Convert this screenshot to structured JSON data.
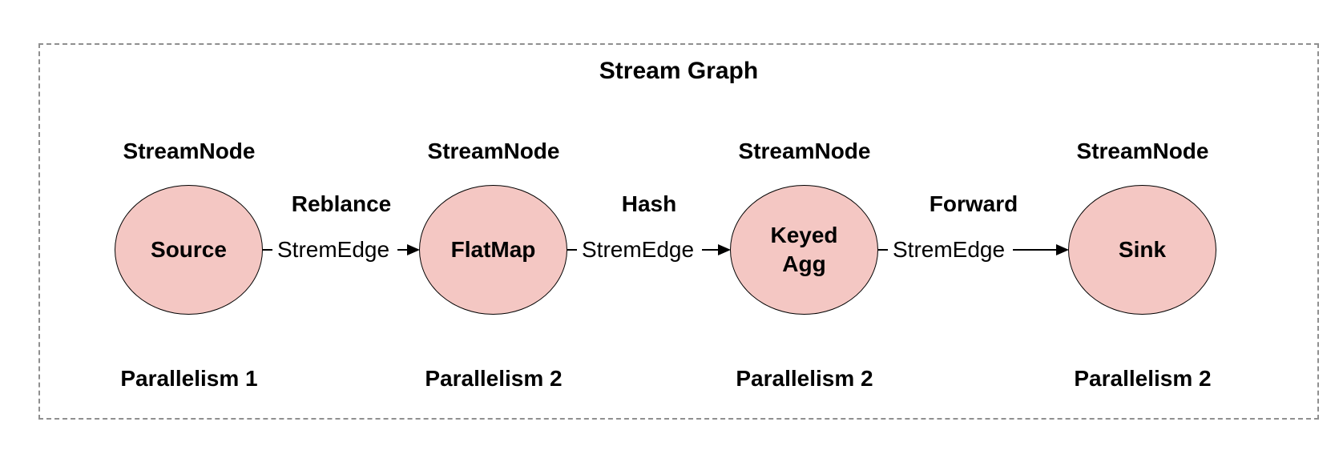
{
  "diagram": {
    "title": "Stream Graph",
    "nodes": [
      {
        "top_label": "StreamNode",
        "name": "Source",
        "bottom_label": "Parallelism 1"
      },
      {
        "top_label": "StreamNode",
        "name": "FlatMap",
        "bottom_label": "Parallelism 2"
      },
      {
        "top_label": "StreamNode",
        "name": "Keyed Agg",
        "bottom_label": "Parallelism 2"
      },
      {
        "top_label": "StreamNode",
        "name": "Sink",
        "bottom_label": "Parallelism 2"
      }
    ],
    "edges": [
      {
        "type": "Reblance",
        "label": "StremEdge"
      },
      {
        "type": "Hash",
        "label": "StremEdge"
      },
      {
        "type": "Forward",
        "label": "StremEdge"
      }
    ],
    "colors": {
      "node_fill": "#f4c7c3",
      "node_stroke": "#000000",
      "frame_border": "#8f8f8f",
      "text": "#000000",
      "background": "#ffffff"
    }
  }
}
